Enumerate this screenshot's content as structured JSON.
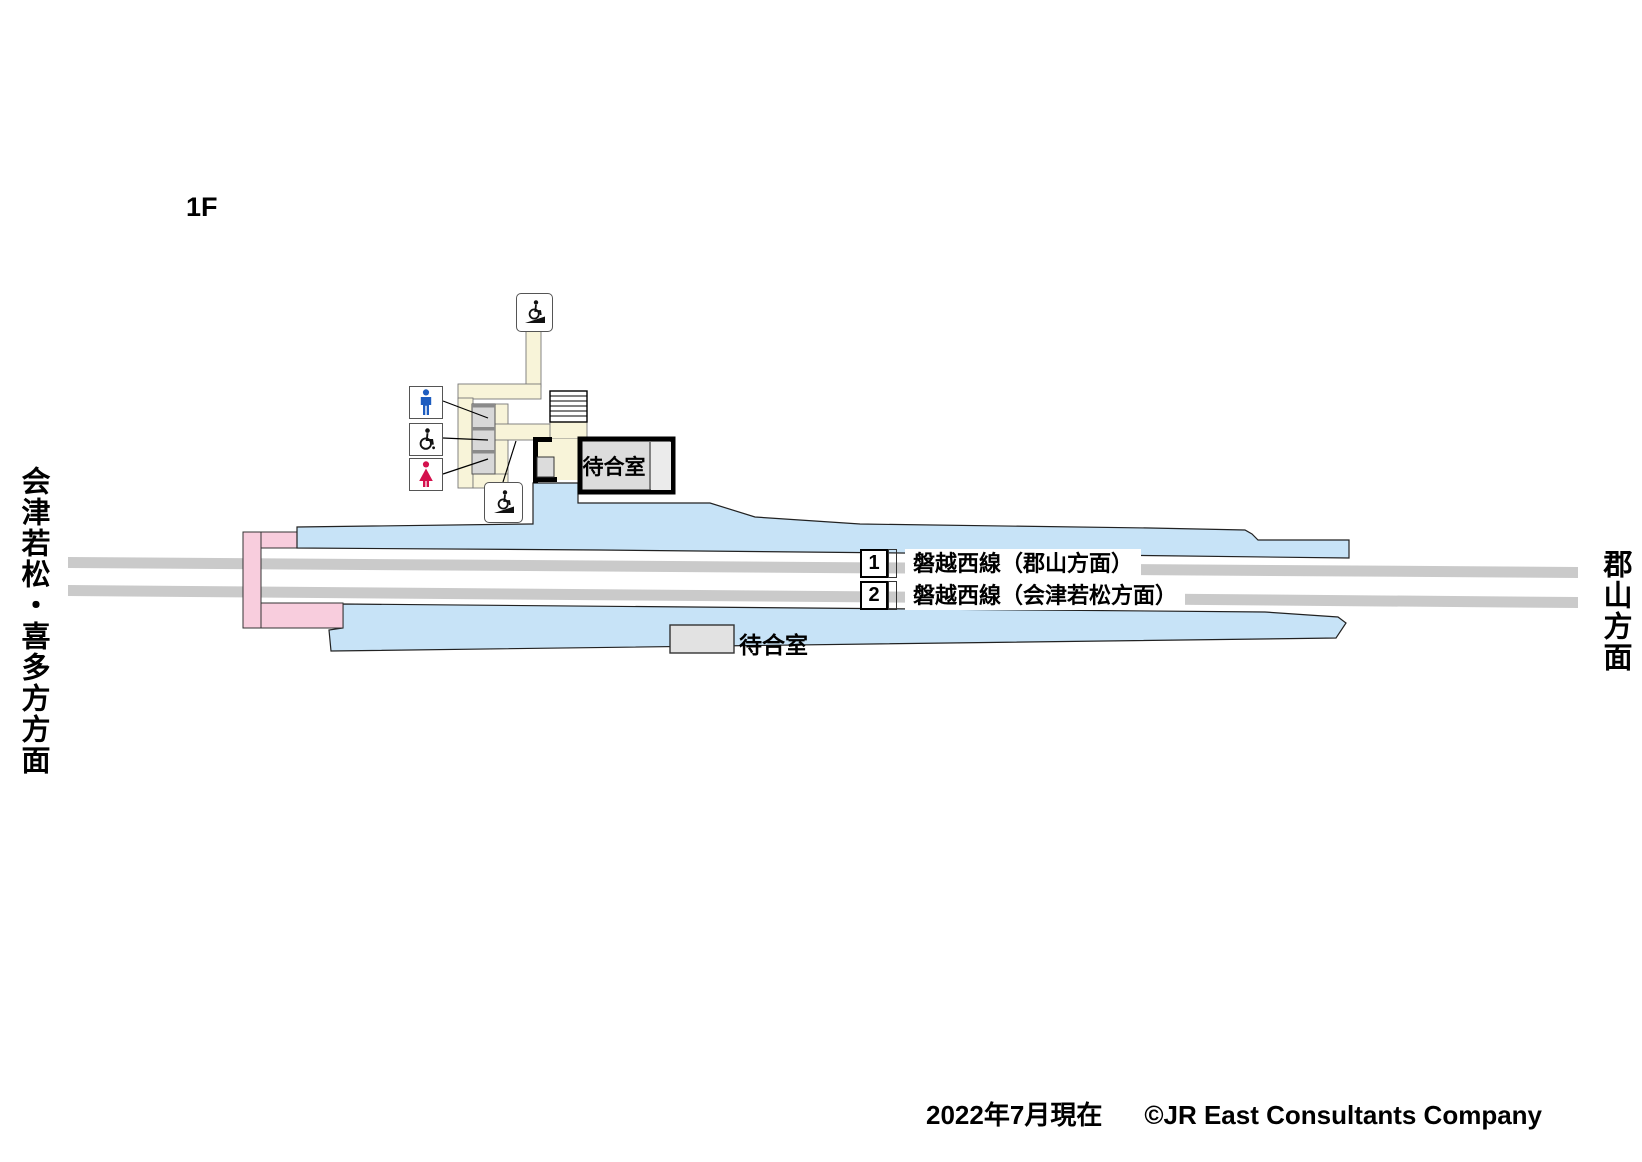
{
  "floor_label": "1F",
  "directions": {
    "left": "会津若松・喜多方方面",
    "right": "郡山方面"
  },
  "platform_labels": [
    {
      "number": "1",
      "line_name": "磐越西線（郡山方面）"
    },
    {
      "number": "2",
      "line_name": "磐越西線（会津若松方面）"
    }
  ],
  "facilities": {
    "upper_waiting_room": "待合室",
    "lower_waiting_room": "待合室",
    "icons": [
      {
        "name": "mens-toilet-icon"
      },
      {
        "name": "accessible-toilet-icon"
      },
      {
        "name": "womens-toilet-icon"
      },
      {
        "name": "wheelchair-ramp-upper-icon"
      },
      {
        "name": "wheelchair-ramp-lower-icon"
      }
    ]
  },
  "footer": {
    "date_note": "2022年7月現在",
    "copyright": "©JR East Consultants Company"
  },
  "colors": {
    "platform_blue": "#c7e3f7",
    "crossing_pink": "#f8cddd",
    "corridor_cream": "#f8f4d9",
    "track_gray": "#cacaca",
    "accent_orange": "#c87f2a",
    "room_gray": "#dcdcdc"
  }
}
